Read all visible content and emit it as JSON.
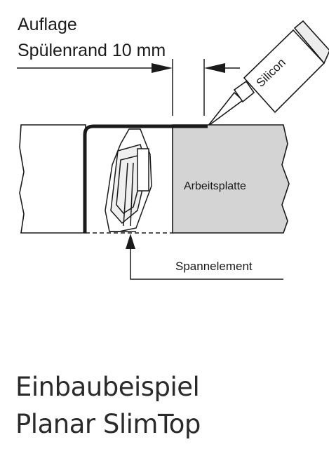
{
  "labels": {
    "support_line1": "Auflage",
    "support_line2": "Spülenrand 10 mm",
    "silicon": "Silicon",
    "worktop": "Arbeitsplatte",
    "clamp": "Spannelement"
  },
  "caption": {
    "line1": "Einbaubeispiel",
    "line2": "Planar SlimTop"
  },
  "colors": {
    "line": "#1a1a1a",
    "worktop_fill": "#d4d4d4",
    "background": "#ffffff"
  }
}
